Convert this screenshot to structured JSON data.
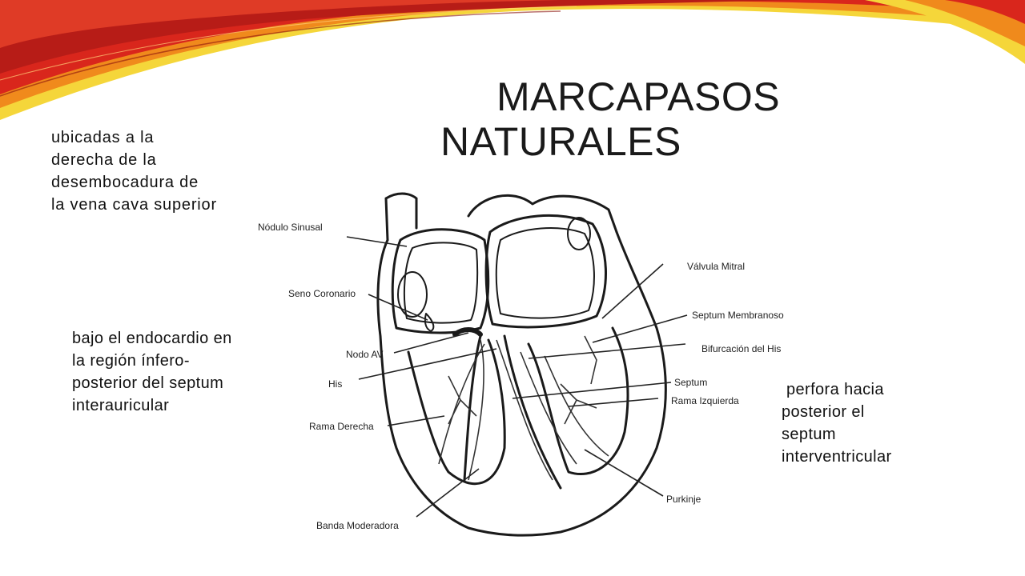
{
  "slide": {
    "title_line1": "MARCAPASOS",
    "title_line2": "NATURALES"
  },
  "notes": {
    "sinus": "ubicadas a la\nderecha de la\ndesembocadura de\nla vena cava superior",
    "av_node": "bajo el endocardio en\nla región ínfero-\nposterior del septum\ninterauricular",
    "his": " perfora hacia\nposterior el\nseptum\ninterventricular"
  },
  "diagram_labels": {
    "nodulo_sinusal": "Nódulo Sinusal",
    "seno_coronario": "Seno Coronario",
    "nodo_av": "Nodo AV",
    "his": "His",
    "rama_derecha": "Rama Derecha",
    "banda_moderadora": "Banda Moderadora",
    "valvula_mitral": "Válvula Mitral",
    "septum_membranoso": "Septum Membranoso",
    "bifurcacion_his": "Bifurcación del His",
    "septum": "Septum",
    "rama_izquierda": "Rama Izquierda",
    "purkinje": "Purkinje"
  },
  "colors": {
    "ribbon_red": "#d9261c",
    "ribbon_orange": "#f08a1c",
    "ribbon_yellow": "#f5d63a"
  }
}
